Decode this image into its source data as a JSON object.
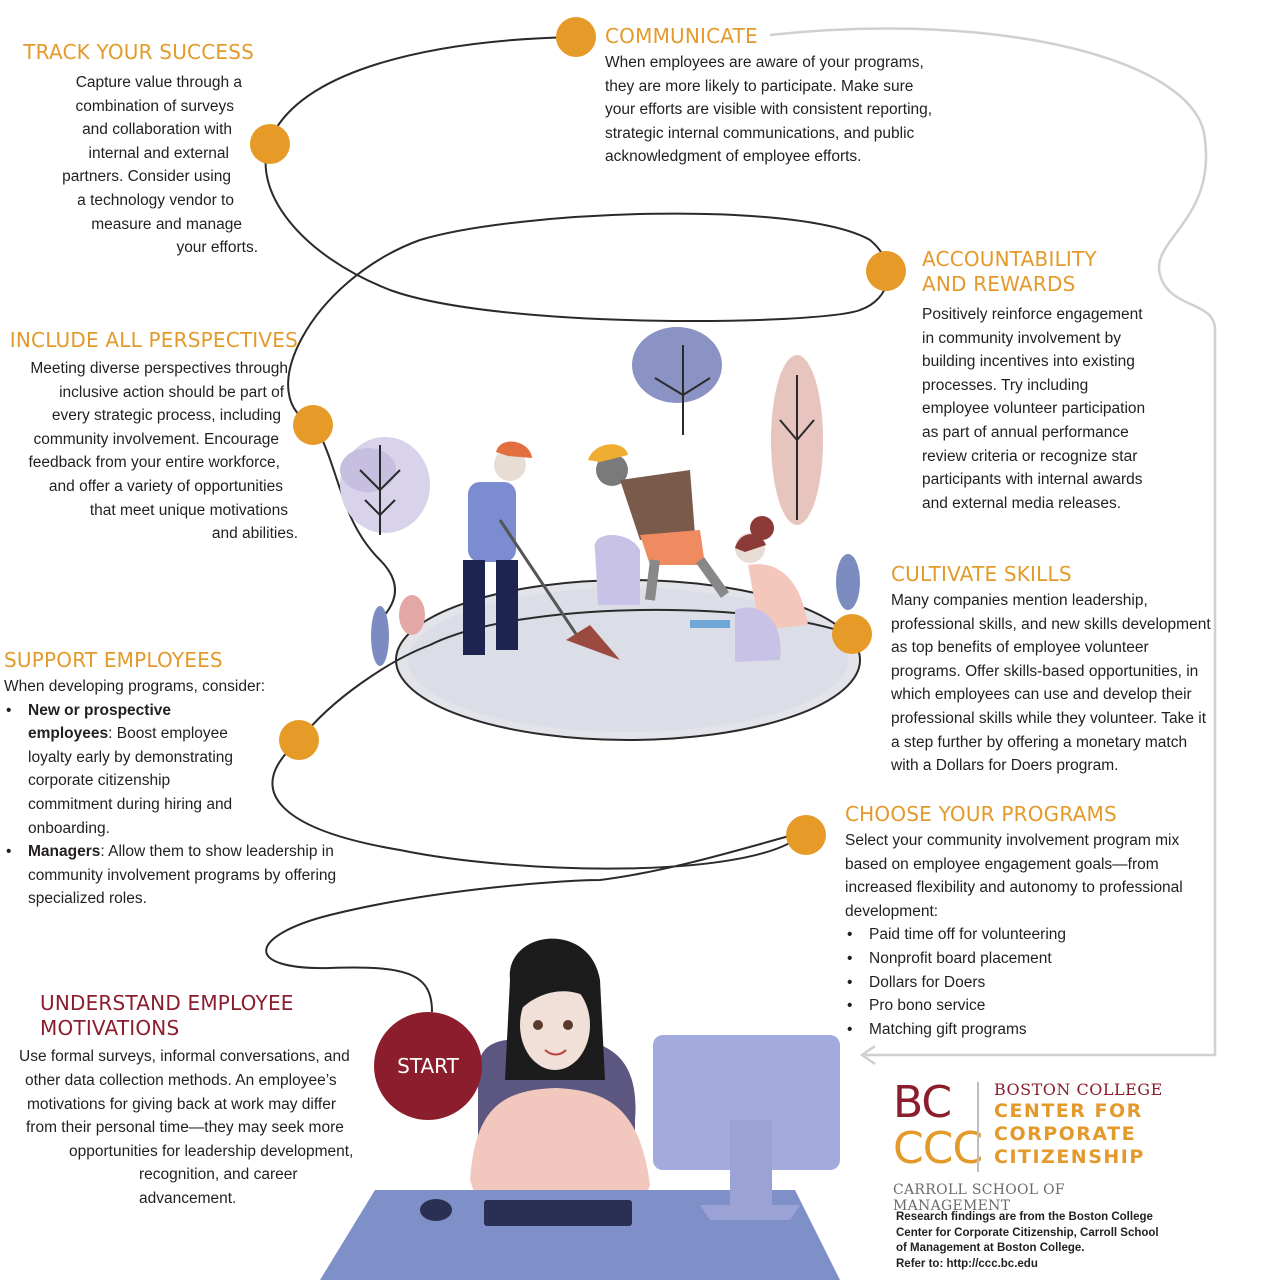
{
  "sections": {
    "track": {
      "title": "TRACK YOUR SUCCESS",
      "lines": [
        "Capture value through a",
        "combination of surveys",
        "and collaboration with",
        "internal and external",
        "partners. Consider using",
        "a technology vendor to",
        "measure and manage",
        "your efforts."
      ]
    },
    "communicate": {
      "title": "COMMUNICATE",
      "lines": [
        "When employees are aware of your programs,",
        "they are more likely to participate. Make sure",
        "your efforts are visible with consistent reporting,",
        "strategic internal communications, and public",
        "acknowledgment of employee efforts."
      ]
    },
    "accountability": {
      "title_line1": "ACCOUNTABILITY",
      "title_line2": "AND REWARDS",
      "lines": [
        "Positively reinforce engagement",
        "in community involvement by",
        "building incentives into existing",
        "processes. Try including",
        "employee volunteer participation",
        "as part of annual performance",
        "review criteria or recognize star",
        "participants with internal awards",
        "and external media releases."
      ]
    },
    "perspectives": {
      "title": "INCLUDE ALL PERSPECTIVES",
      "lines": [
        "Meeting diverse perspectives through",
        "inclusive action should be part of",
        "every strategic process, including",
        "community involvement. Encourage",
        "feedback from your entire workforce,",
        "and offer a variety of opportunities",
        "that meet unique motivations",
        "and abilities."
      ]
    },
    "cultivate": {
      "title": "CULTIVATE SKILLS",
      "lines": [
        "Many companies mention leadership,",
        "professional skills, and new skills development",
        "as top benefits of employee volunteer",
        "programs. Offer skills-based opportunities, in",
        "which employees can use and develop their",
        "professional skills while they volunteer. Take it",
        "a step further by offering a monetary match",
        "with a Dollars for Doers program."
      ]
    },
    "support": {
      "title": "SUPPORT EMPLOYEES",
      "intro": "When developing programs, consider:",
      "item1_bold": "New or prospective employees",
      "item1_text": ": Boost employee loyalty early by demonstrating corporate citizenship commitment during hiring and onboarding.",
      "item2_bold": "Managers",
      "item2_text": ": Allow them to show leadership in community involvement programs by offering specialized roles."
    },
    "choose": {
      "title": "CHOOSE YOUR PROGRAMS",
      "lines": [
        "Select your community involvement program mix",
        "based on employee engagement goals—from",
        "increased flexibility and autonomy to professional",
        "development:"
      ],
      "bullets": [
        "Paid time off for volunteering",
        "Nonprofit board placement",
        "Dollars for Doers",
        "Pro bono service",
        "Matching gift programs"
      ]
    },
    "understand": {
      "title": "UNDERSTAND EMPLOYEE MOTIVATIONS",
      "lines": [
        "Use formal surveys, informal conversations, and",
        "other data collection methods. An employee’s",
        "motivations for giving back at work may differ",
        "from their personal time—they may seek more",
        "opportunities for leadership development,",
        "recognition, and career advancement."
      ]
    }
  },
  "start_label": "START",
  "logo": {
    "bc": "BC",
    "ccc": "CCC",
    "line1": "BOSTON COLLEGE",
    "line2": "CENTER FOR",
    "line3": "CORPORATE",
    "line4": "CITIZENSHIP",
    "school": "CARROLL SCHOOL OF MANAGEMENT"
  },
  "footnote": {
    "lines": [
      "Research findings are from the Boston College",
      "Center for Corporate Citizenship, Carroll School",
      "of Management at Boston College.",
      "Refer to: http://ccc.bc.edu"
    ]
  },
  "colors": {
    "orange": "#e69a27",
    "maroon": "#8b1d2c",
    "text": "#231f20",
    "path": "#2a2a2a",
    "return_path": "#cfcfcf"
  }
}
